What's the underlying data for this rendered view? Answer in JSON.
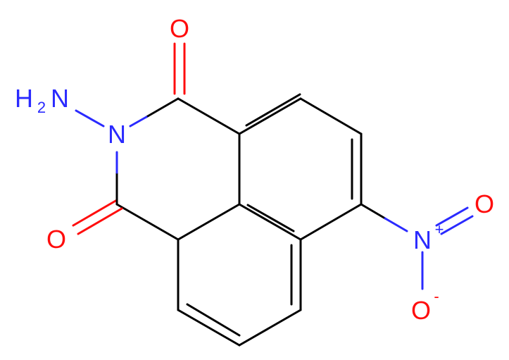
{
  "colors": {
    "bond": "#000000",
    "nitrogen": "#2a2aff",
    "oxygen": "#ff0d0d"
  },
  "atoms": {
    "o_top": "O",
    "nh2_h": "H",
    "nh2_sub": "2",
    "nh2_n": "N",
    "n_ring": "N",
    "o_left": "O",
    "nitro_n": "N",
    "nitro_plus": "+",
    "nitro_o1": "O",
    "nitro_o2": "O",
    "nitro_minus": "-"
  }
}
